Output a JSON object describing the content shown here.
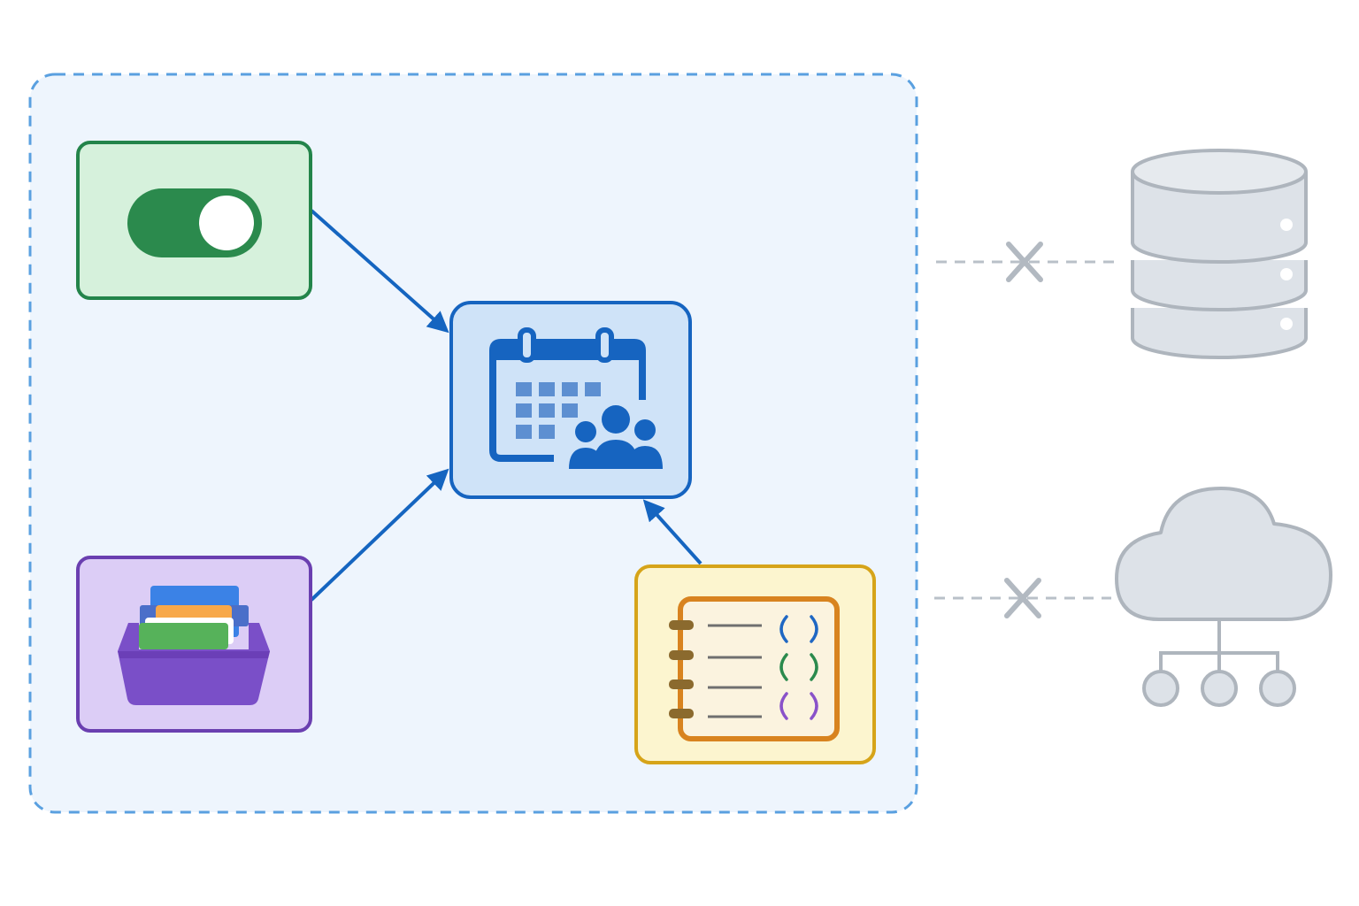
{
  "colors": {
    "page_background": "#ffffff",
    "boundary_fill": "#eef5fd",
    "boundary_stroke": "#5aa0e0",
    "arrow": "#1565c0",
    "blocked_link": "#b9c0c8",
    "external_fill": "#dde2e8",
    "external_stroke": "#aeb5bd",
    "toggle_card_fill": "#d6f1dc",
    "toggle_card_stroke": "#23844a",
    "calendar_card_fill": "#cfe3f8",
    "calendar_card_stroke": "#1664c0",
    "inbox_card_fill": "#dccdf6",
    "inbox_card_stroke": "#6a3fb0",
    "notebook_card_fill": "#fcf5cf",
    "notebook_card_stroke": "#d6a419"
  },
  "nodes": [
    {
      "id": "toggle",
      "icon": "toggle-switch-icon"
    },
    {
      "id": "calendar",
      "icon": "calendar-team-icon"
    },
    {
      "id": "inbox",
      "icon": "inbox-tray-icon"
    },
    {
      "id": "notebook",
      "icon": "notebook-list-icon"
    },
    {
      "id": "database",
      "icon": "database-icon"
    },
    {
      "id": "cloud",
      "icon": "cloud-network-icon"
    }
  ],
  "edges": [
    {
      "from": "toggle",
      "to": "calendar",
      "style": "solid-arrow"
    },
    {
      "from": "inbox",
      "to": "calendar",
      "style": "solid-arrow"
    },
    {
      "from": "notebook",
      "to": "calendar",
      "style": "solid-arrow"
    },
    {
      "from": "boundary",
      "to": "database",
      "style": "dashed-blocked"
    },
    {
      "from": "boundary",
      "to": "cloud",
      "style": "dashed-blocked"
    }
  ]
}
